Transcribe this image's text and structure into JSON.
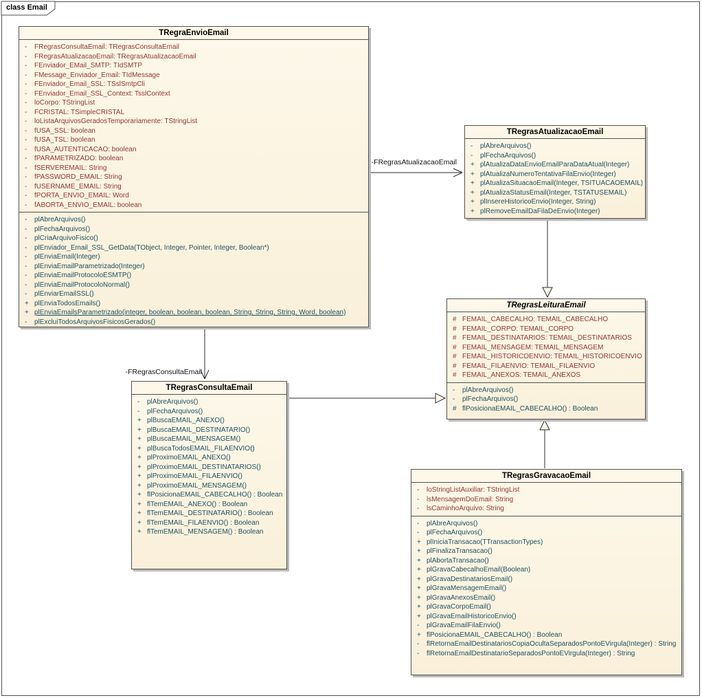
{
  "frame": {
    "label": "class Email"
  },
  "colors": {
    "attr_text": "#943634",
    "method_text": "#1d5162",
    "box_fill_top": "#fdf8ea",
    "box_fill_bottom": "#faf0da",
    "box_border": "#57524c",
    "box_shadow": "#b9b9b9",
    "line": "#2b2b2b"
  },
  "connectors": [
    {
      "type": "association",
      "from": "TRegraEnvioEmail",
      "to": "TRegrasAtualizacaoEmail",
      "label": "-FRegrasAtualizacaoEmail"
    },
    {
      "type": "association",
      "from": "TRegraEnvioEmail",
      "to": "TRegrasConsultaEmail",
      "label": "-FRegrasConsultaEmail"
    },
    {
      "type": "generalization",
      "from": "TRegrasAtualizacaoEmail",
      "to": "TRegrasLeituraEmail",
      "label": ""
    },
    {
      "type": "generalization",
      "from": "TRegrasConsultaEmail",
      "to": "TRegrasLeituraEmail",
      "label": ""
    },
    {
      "type": "generalization",
      "from": "TRegrasGravacaoEmail",
      "to": "TRegrasLeituraEmail",
      "label": ""
    }
  ],
  "classes": [
    {
      "name": "TRegraEnvioEmail",
      "abstract": false,
      "attributes": [
        {
          "vis": "-",
          "text": "FRegrasConsultaEmail:  TRegrasConsultaEmail"
        },
        {
          "vis": "-",
          "text": "FRegrasAtualizacaoEmail:  TRegrasAtualizacaoEmail"
        },
        {
          "vis": "-",
          "text": "FEnviador_EMail_SMTP:  TIdSMTP"
        },
        {
          "vis": "-",
          "text": "FMessage_Enviador_Email:  TIdMessage"
        },
        {
          "vis": "-",
          "text": "FEnviador_Email_SSL:  TSslSmtpCli"
        },
        {
          "vis": "-",
          "text": "FEnviador_Email_SSL_Context:  TsslContext"
        },
        {
          "vis": "-",
          "text": "loCorpo:  TStringList"
        },
        {
          "vis": "-",
          "text": "FCRISTAL:  TSimpleCRISTAL"
        },
        {
          "vis": "-",
          "text": "loListaArquivosGeradosTemporariamente:  TStringList"
        },
        {
          "vis": "-",
          "text": "fUSA_SSL:  boolean"
        },
        {
          "vis": "-",
          "text": "fUSA_TSL:  boolean"
        },
        {
          "vis": "-",
          "text": "fUSA_AUTENTICACAO:  boolean"
        },
        {
          "vis": "-",
          "text": "fPARAMETRIZADO:  boolean"
        },
        {
          "vis": "-",
          "text": "fSERVEREMAIL:  String"
        },
        {
          "vis": "-",
          "text": "fPASSWORD_EMAIL:  String"
        },
        {
          "vis": "-",
          "text": "fUSERNAME_EMAIL:  String"
        },
        {
          "vis": "-",
          "text": "fPORTA_ENVIO_EMAIL:  Word"
        },
        {
          "vis": "-",
          "text": "fABORTA_ENVIO_EMAIL:  boolean"
        }
      ],
      "methods": [
        {
          "vis": "-",
          "text": "plAbreArquivos()"
        },
        {
          "vis": "-",
          "text": "plFechaArquivos()"
        },
        {
          "vis": "-",
          "text": "plCriaArquivoFisico()"
        },
        {
          "vis": "-",
          "text": "plEnviador_Email_SSL_GetData(TObject, Integer, Pointer, Integer, Boolean*)"
        },
        {
          "vis": "-",
          "text": "plEnviaEmail(Integer)"
        },
        {
          "vis": "-",
          "text": "plEnviaEmailParametrizado(Integer)"
        },
        {
          "vis": "-",
          "text": "plEnviaEmailProtocoloESMTP()"
        },
        {
          "vis": "-",
          "text": "plEnviaEmailProtocoloNormal()"
        },
        {
          "vis": "-",
          "text": "plEnviarEmailSSL()"
        },
        {
          "vis": "+",
          "text": "plEnviaTodosEmails()"
        },
        {
          "vis": "+",
          "text": "plEnviaEmailsParametrizado(integer, boolean, boolean, boolean, String, String, String, Word, boolean)",
          "underline": true
        },
        {
          "vis": "-",
          "text": "plExcluiTodosArquivosFisicosGerados()"
        }
      ]
    },
    {
      "name": "TRegrasAtualizacaoEmail",
      "abstract": false,
      "attributes": [],
      "methods": [
        {
          "vis": "-",
          "text": "plAbreArquivos()"
        },
        {
          "vis": "-",
          "text": "plFechaArquivos()"
        },
        {
          "vis": "+",
          "text": "plAtualizaDataEnvioEmailParaDataAtual(Integer)"
        },
        {
          "vis": "+",
          "text": "plAtualizaNumeroTentativaFilaEnvio(Integer)"
        },
        {
          "vis": "+",
          "text": "plAtualizaSituacaoEmail(Integer, TSITUACAOEMAIL)"
        },
        {
          "vis": "+",
          "text": "plAtualizaStatusEmail(Integer, TSTATUSEMAIL)"
        },
        {
          "vis": "+",
          "text": "plInsereHistoricoEnvio(Integer, String)"
        },
        {
          "vis": "+",
          "text": "plRemoveEmailDaFilaDeEnvio(Integer)"
        }
      ]
    },
    {
      "name": "TRegrasLeituraEmail",
      "abstract": true,
      "attributes": [
        {
          "vis": "#",
          "text": "FEMAIL_CABECALHO:  TEMAIL_CABECALHO"
        },
        {
          "vis": "#",
          "text": "FEMAIL_CORPO:  TEMAIL_CORPO"
        },
        {
          "vis": "#",
          "text": "FEMAIL_DESTINATARIOS:  TEMAIL_DESTINATARIOS"
        },
        {
          "vis": "#",
          "text": "FEMAIL_MENSAGEM:  TEMAIL_MENSAGEM"
        },
        {
          "vis": "#",
          "text": "FEMAIL_HISTORICOENVIO:  TEMAIL_HISTORICOENVIO"
        },
        {
          "vis": "#",
          "text": "FEMAIL_FILAENVIO:  TEMAIL_FILAENVIO"
        },
        {
          "vis": "#",
          "text": "FEMAIL_ANEXOS:  TEMAIL_ANEXOS"
        }
      ],
      "methods": [
        {
          "vis": "-",
          "text": "plAbreArquivos()"
        },
        {
          "vis": "-",
          "text": "plFechaArquivos()"
        },
        {
          "vis": "#",
          "text": "flPosicionaEMAIL_CABECALHO() : Boolean"
        }
      ]
    },
    {
      "name": "TRegrasConsultaEmail",
      "abstract": false,
      "attributes": [],
      "methods": [
        {
          "vis": "-",
          "text": "plAbreArquivos()"
        },
        {
          "vis": "-",
          "text": "plFechaArquivos()"
        },
        {
          "vis": "+",
          "text": "plBuscaEMAIL_ANEXO()"
        },
        {
          "vis": "+",
          "text": "plBuscaEMAIL_DESTINATARIO()"
        },
        {
          "vis": "+",
          "text": "plBuscaEMAIL_MENSAGEM()"
        },
        {
          "vis": "+",
          "text": "plBuscaTodosEMAIL_FILAENVIO()"
        },
        {
          "vis": "+",
          "text": "plProximoEMAIL_ANEXO()"
        },
        {
          "vis": "+",
          "text": "plProximoEMAIL_DESTINATARIOS()"
        },
        {
          "vis": "+",
          "text": "plProximoEMAIL_FILAENVIO()"
        },
        {
          "vis": "+",
          "text": "plProximoEMAIL_MENSAGEM()"
        },
        {
          "vis": "+",
          "text": "flPosicionaEMAIL_CABECALHO() : Boolean"
        },
        {
          "vis": "+",
          "text": "flTemEMAIL_ANEXO() : Boolean"
        },
        {
          "vis": "+",
          "text": "flTemEMAIL_DESTINATARIO() : Boolean"
        },
        {
          "vis": "+",
          "text": "flTemEMAIL_FILAENVIO() : Boolean"
        },
        {
          "vis": "+",
          "text": "flTemEMAIL_MENSAGEM() : Boolean"
        }
      ]
    },
    {
      "name": "TRegrasGravacaoEmail",
      "abstract": false,
      "attributes": [
        {
          "vis": "-",
          "text": "loStringListAuxiliar:  TStringList"
        },
        {
          "vis": "-",
          "text": "lsMensagemDoEmail:  String"
        },
        {
          "vis": "-",
          "text": "lsCaminhoArquivo:  String"
        }
      ],
      "methods": [
        {
          "vis": "-",
          "text": "plAbreArquivos()"
        },
        {
          "vis": "-",
          "text": "plFechaArquivos()"
        },
        {
          "vis": "+",
          "text": "plIniciaTransacao(TTransactionTypes)"
        },
        {
          "vis": "+",
          "text": "plFinalizaTransacao()"
        },
        {
          "vis": "+",
          "text": "plAbortaTransacao()"
        },
        {
          "vis": "+",
          "text": "plGravaCabecalhoEmail(Boolean)"
        },
        {
          "vis": "+",
          "text": "plGravaDestinatariosEmail()"
        },
        {
          "vis": "+",
          "text": "plGravaMensagemEmail()"
        },
        {
          "vis": "+",
          "text": "plGravaAnexosEmail()"
        },
        {
          "vis": "+",
          "text": "plGravaCorpoEmail()"
        },
        {
          "vis": "+",
          "text": "plGravaEmailHistoricoEnvio()"
        },
        {
          "vis": "-",
          "text": "plGravaEmailFilaEnvio()"
        },
        {
          "vis": "+",
          "text": "flPosicionaEMAIL_CABECALHO() : Boolean"
        },
        {
          "vis": "-",
          "text": "flRetornaEmailDestinatariosCopiaOcultaSeparadosPontoEVirgula(Integer) : String"
        },
        {
          "vis": "-",
          "text": "flRetornaEmailDestinatarioSeparadosPontoEVirgula(Integer) : String"
        }
      ]
    }
  ]
}
